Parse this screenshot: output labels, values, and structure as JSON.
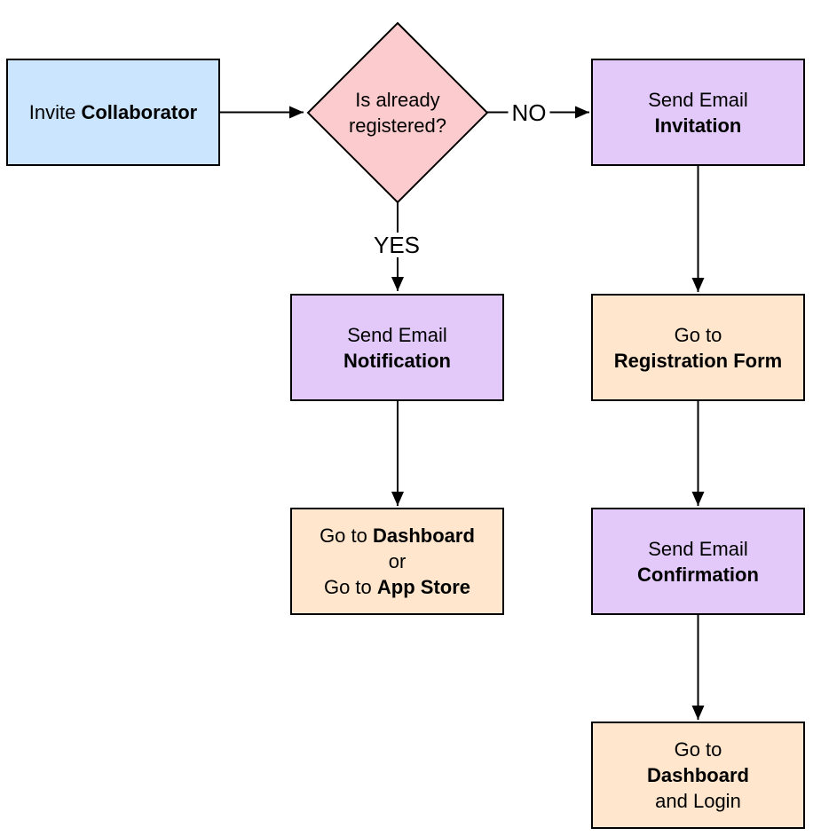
{
  "colors": {
    "background": "#ffffff",
    "border": "#000000",
    "arrow": "#000000",
    "text": "#000000",
    "node_blue": "#cce5ff",
    "node_pink": "#fccbcd",
    "node_purple": "#e2c9fa",
    "node_peach": "#ffe6cc"
  },
  "nodes": {
    "invite": {
      "prefix": "Invite",
      "emphasis": "Collaborator"
    },
    "decision": {
      "line1": "Is already",
      "line2": "registered?"
    },
    "invitation": {
      "line1": "Send Email",
      "line2": "Invitation"
    },
    "notification": {
      "line1": "Send Email",
      "line2": "Notification"
    },
    "registration": {
      "line1": "Go to",
      "line2": "Registration Form"
    },
    "dashboard_or_appstore": {
      "line1_prefix": "Go to",
      "line1_bold": "Dashboard",
      "line2": "or",
      "line3_prefix": "Go to",
      "line3_bold": "App Store"
    },
    "confirmation": {
      "line1": "Send Email",
      "line2": "Confirmation"
    },
    "dashboard_login": {
      "line1": "Go to",
      "line2": "Dashboard",
      "line3": "and Login"
    }
  },
  "edges": [
    {
      "from": "Invite Collaborator",
      "to": "Is already registered?",
      "label": ""
    },
    {
      "from": "Is already registered?",
      "to": "Send Email Invitation",
      "label": "NO"
    },
    {
      "from": "Is already registered?",
      "to": "Send Email Notification",
      "label": "YES"
    },
    {
      "from": "Send Email Notification",
      "to": "Go to Dashboard or Go to App Store",
      "label": ""
    },
    {
      "from": "Send Email Invitation",
      "to": "Go to Registration Form",
      "label": ""
    },
    {
      "from": "Go to Registration Form",
      "to": "Send Email Confirmation",
      "label": ""
    },
    {
      "from": "Send Email Confirmation",
      "to": "Go to Dashboard and Login",
      "label": ""
    }
  ]
}
